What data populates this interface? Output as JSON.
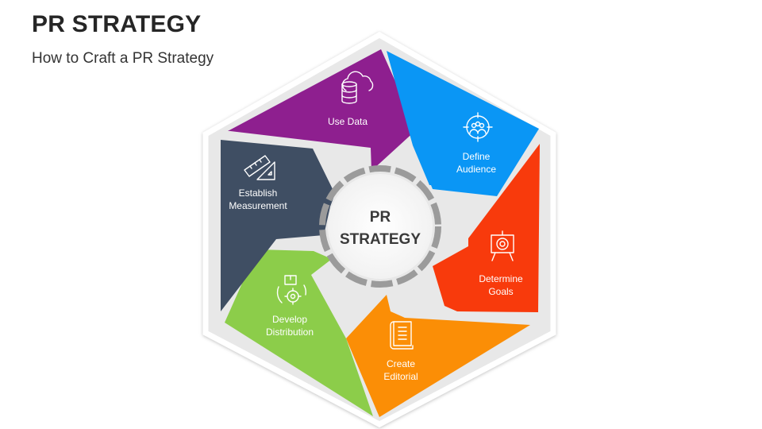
{
  "header": {
    "title": "PR STRATEGY",
    "subtitle": "How to Craft a PR Strategy"
  },
  "diagram": {
    "center": {
      "line1": "PR",
      "line2": "STRATEGY"
    },
    "segments": [
      {
        "id": "use-data",
        "lines": [
          "Use Data"
        ],
        "color": "#8E1F8F",
        "icon": "database-cloud-icon"
      },
      {
        "id": "define-audience",
        "lines": [
          "Define",
          "Audience"
        ],
        "color": "#0A96F5",
        "icon": "audience-target-icon"
      },
      {
        "id": "determine-goals",
        "lines": [
          "Determine",
          "Goals"
        ],
        "color": "#F83A0C",
        "icon": "target-board-icon"
      },
      {
        "id": "create-editorial",
        "lines": [
          "Create",
          "Editorial"
        ],
        "color": "#FB8E06",
        "icon": "editorial-book-icon"
      },
      {
        "id": "develop-distribution",
        "lines": [
          "Develop",
          "Distribution"
        ],
        "color": "#8CCD4A",
        "icon": "distribution-gear-icon"
      },
      {
        "id": "establish-measurement",
        "lines": [
          "Establish",
          "Measurement"
        ],
        "color": "#3F4E63",
        "icon": "ruler-triangle-icon"
      }
    ]
  }
}
